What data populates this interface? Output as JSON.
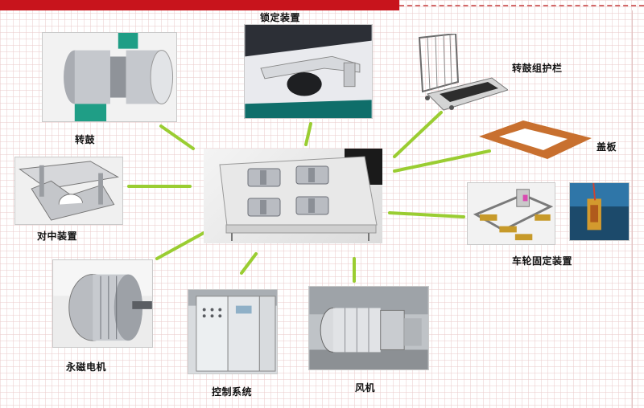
{
  "colors": {
    "accent_red": "#c8141c",
    "connector_green": "#9acd32"
  },
  "labels": {
    "lock_device": "锁定装置",
    "drum_guard": "转鼓组护栏",
    "drum": "转鼓",
    "cover_plate": "盖板",
    "centering_device": "对中装置",
    "wheel_fixing_device": "车轮固定装置",
    "pm_motor": "永磁电机",
    "control_system": "控制系统",
    "fan": "风机"
  }
}
